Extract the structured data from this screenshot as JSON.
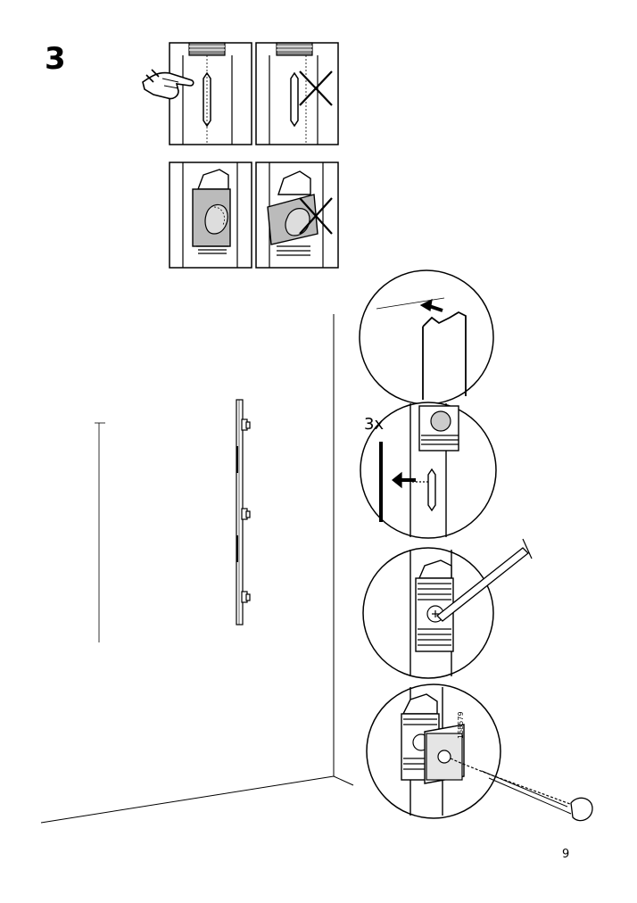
{
  "page": {
    "step_number": "3",
    "page_number": "9",
    "multiplier_label": "3x",
    "part_number": "158579"
  },
  "icons": [
    "pointing-hand-icon",
    "cross-mark-icon"
  ]
}
